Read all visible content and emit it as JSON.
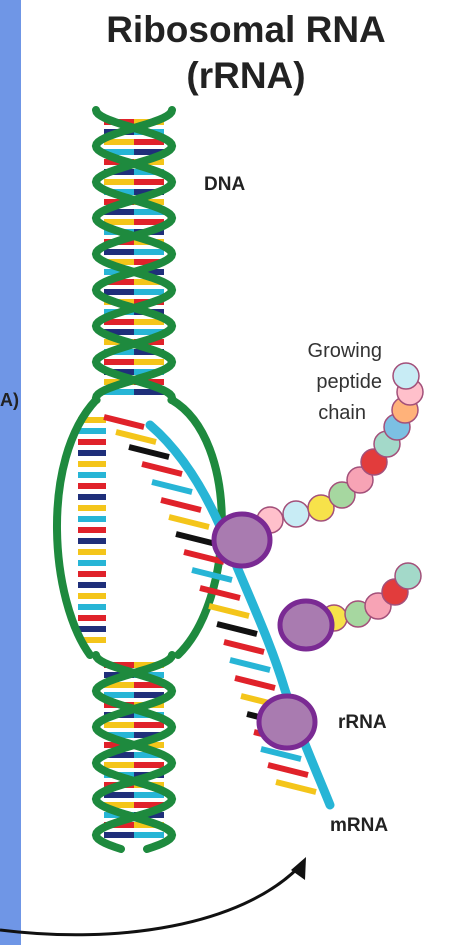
{
  "title_line1": "Ribosomal RNA",
  "title_line2": "(rRNA)",
  "labels": {
    "dna": "DNA",
    "growing_line1": "Growing",
    "growing_line2": "peptide",
    "growing_line3": "chain",
    "rrna": "rRNA",
    "mrna": "mRNA",
    "partial": "A)"
  },
  "colors": {
    "side_bar": "#6f96e6",
    "dna_backbone": "#1e8a3e",
    "mrna_strand": "#27b5d6",
    "ribosome": "#a97bb0",
    "ribosome_outline": "#7a2a93",
    "base_red": "#e0222a",
    "base_blue": "#1f2f7a",
    "base_yellow": "#f4c51a",
    "base_cyan": "#27b5d6",
    "base_black": "#111111"
  }
}
